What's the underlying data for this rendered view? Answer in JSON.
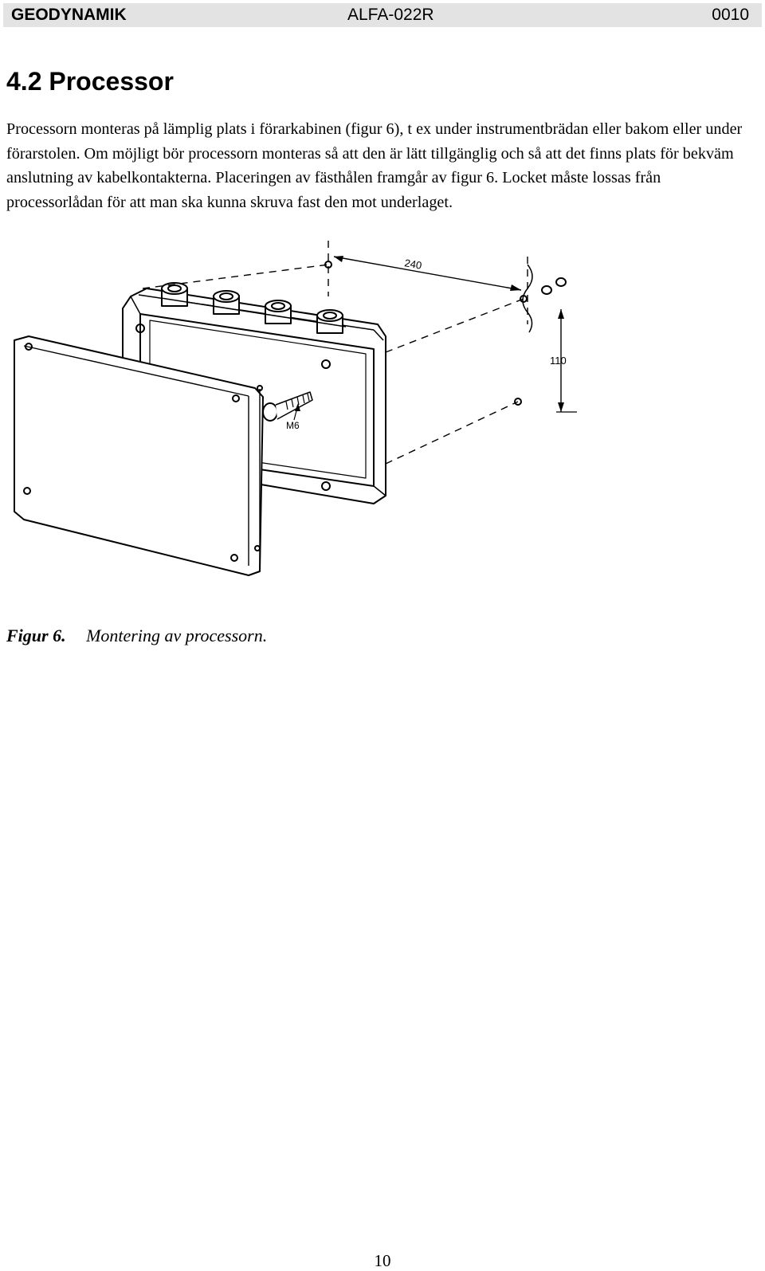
{
  "header": {
    "company": "GEODYNAMIK",
    "document_id": "ALFA-022R",
    "revision": "0010"
  },
  "section": {
    "heading": "4.2 Processor",
    "body": "Processorn monteras på lämplig plats i förarkabinen (figur 6), t ex under instrumentbrädan eller bakom eller under förarstolen. Om möjligt bör processorn monteras så att den är lätt tillgänglig och så att det finns plats för bekväm anslutning av kabelkontakterna. Placeringen av fästhålen framgår av figur 6. Locket måste lossas från processorlådan för att man ska kunna skruva fast den mot underlaget."
  },
  "figure": {
    "dim_width": "240",
    "dim_height": "110",
    "screw_label": "M6",
    "caption_number": "Figur 6.",
    "caption_text": "Montering av processorn."
  },
  "footer": {
    "page_number": "10"
  }
}
